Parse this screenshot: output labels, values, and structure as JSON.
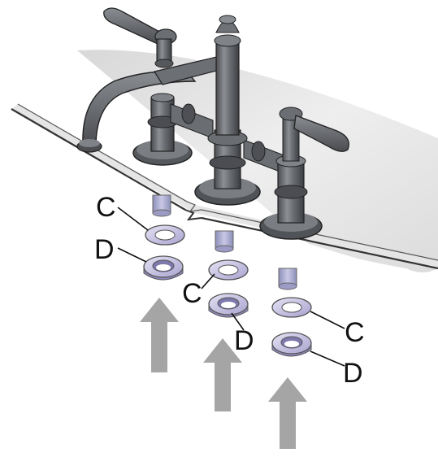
{
  "figure": {
    "labels": {
      "washer_c": "C",
      "washer_d": "D"
    },
    "callouts": [
      {
        "id": "c-left",
        "text_key": "washer_c"
      },
      {
        "id": "d-left",
        "text_key": "washer_d"
      },
      {
        "id": "c-center",
        "text_key": "washer_c"
      },
      {
        "id": "d-center",
        "text_key": "washer_d"
      },
      {
        "id": "c-right",
        "text_key": "washer_c"
      },
      {
        "id": "d-right",
        "text_key": "washer_d"
      }
    ],
    "colors": {
      "metal": "#6f7276",
      "metal_dark": "#3e4044",
      "metal_light": "#a8abb0",
      "deck": "#e7e7e7",
      "deck_edge": "#333333",
      "washer_c": "#c4c0e0",
      "washer_d": "#b4aed6",
      "arrow": "#a5a5a5"
    },
    "icons": {
      "arrow": "arrow-up-icon"
    }
  }
}
